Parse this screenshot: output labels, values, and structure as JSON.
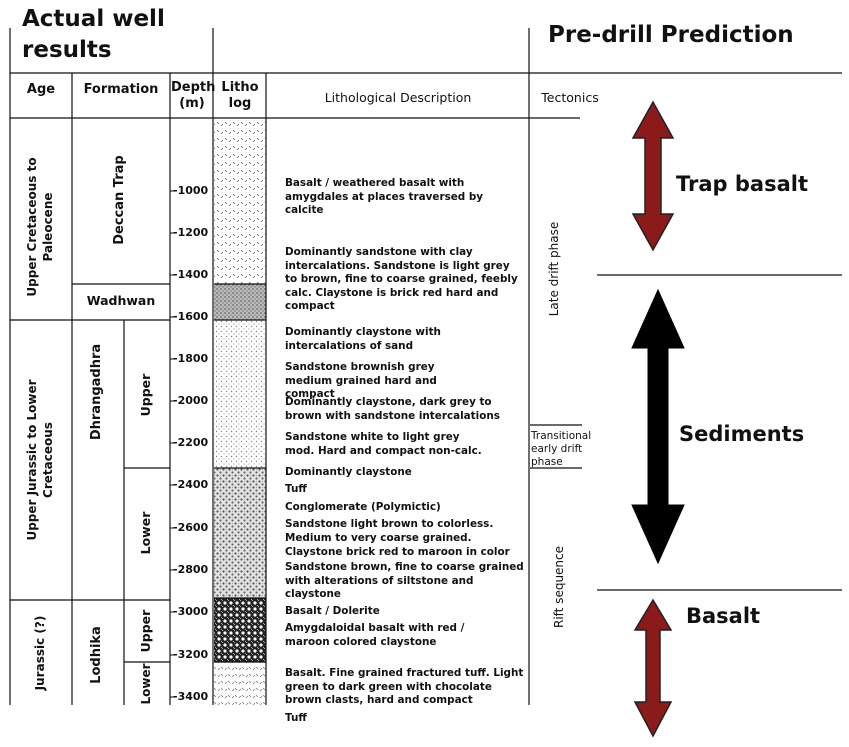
{
  "titles": {
    "left": "Actual well results",
    "right": "Pre-drill Prediction"
  },
  "headers": {
    "age": "Age",
    "formation": "Formation",
    "depth": "Depth (m)",
    "litho": "Litho log",
    "description": "Lithological Description",
    "tectonics": "Tectonics"
  },
  "ages": [
    "Upper Cretaceous to Paleocene",
    "Upper Jurassic to Lower Cretaceous",
    "Jurassic (?)"
  ],
  "formations": [
    "Deccan Trap",
    "Wadhwan",
    "Dhrangadhra",
    "Lodhika"
  ],
  "members": [
    "Upper",
    "Lower",
    "Upper",
    "Lower"
  ],
  "depths": [
    "-1000",
    "-1200",
    "-1400",
    "-1600",
    "-1800",
    "-2000",
    "-2200",
    "-2400",
    "-2600",
    "-2800",
    "-3000",
    "-3200",
    "-3400"
  ],
  "descriptions": [
    "Basalt / weathered basalt with amygdales at places traversed by calcite",
    "Dominantly sandstone with clay intercalations. Sandstone is light grey to brown, fine to coarse grained, feebly calc. Claystone is brick red hard and compact",
    "Dominantly claystone with intercalations of sand",
    "Sandstone brownish grey medium grained hard and compact",
    "Dominantly claystone, dark grey to brown with sandstone intercalations",
    "Sandstone white to light grey mod. Hard and compact non-calc.",
    "Dominantly claystone",
    "Tuff",
    "Conglomerate (Polymictic)",
    "Sandstone light brown to colorless. Medium to very coarse grained.",
    "Claystone brick red to maroon in color",
    "Sandstone brown, fine to coarse grained with alterations of siltstone and claystone",
    "Basalt / Dolerite",
    "Amygdaloidal basalt with red / maroon colored claystone",
    "Basalt. Fine grained fractured tuff. Light green to dark green with chocolate brown clasts, hard and compact",
    "Tuff"
  ],
  "tectonics": [
    "Late drift phase",
    "Transitional early drift phase",
    "Rift sequence"
  ],
  "predictions": [
    "Trap basalt",
    "Sediments",
    "Basalt"
  ],
  "colors": {
    "red_arrow": "#8b1a1a",
    "black_arrow": "#000000"
  }
}
